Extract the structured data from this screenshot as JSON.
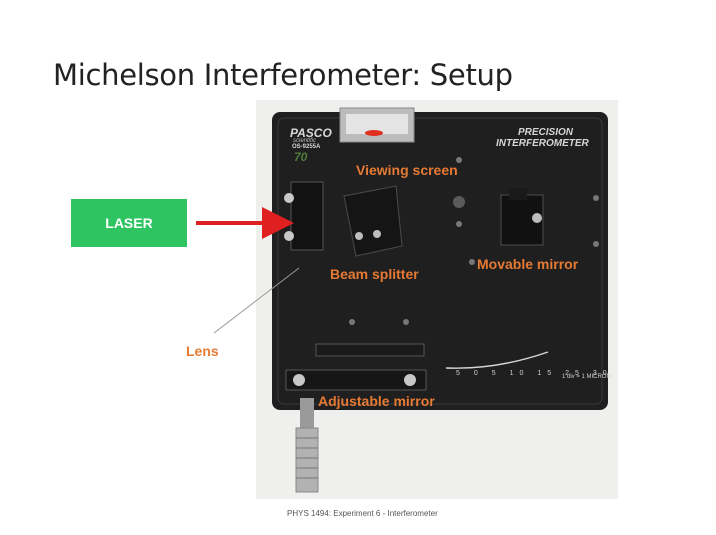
{
  "slide": {
    "title": "Michelson Interferometer: Setup",
    "footer": "PHYS 1494: Experiment 6 - Interferometer"
  },
  "laser": {
    "label": "LASER",
    "color": "#2ec462"
  },
  "labels": {
    "viewing_screen": "Viewing screen",
    "beam_splitter": "Beam splitter",
    "movable_mirror": "Movable mirror",
    "lens": "Lens",
    "adjustable_mirror": "Adjustable mirror"
  },
  "photo": {
    "brand": "PASCO",
    "brand_sub": "scientific",
    "model": "OS-9255A",
    "number": "70",
    "panel_title_1": "PRECISION",
    "panel_title_2": "INTERFEROMETER",
    "scale_note": "1 div = 1 MICRON",
    "scale_ticks": [
      "5",
      "0",
      "5",
      "10",
      "15",
      "25",
      "30"
    ]
  },
  "colors": {
    "label_orange": "#e67a33",
    "arrow_red": "#e02020",
    "accent_green": "#2ec462"
  }
}
